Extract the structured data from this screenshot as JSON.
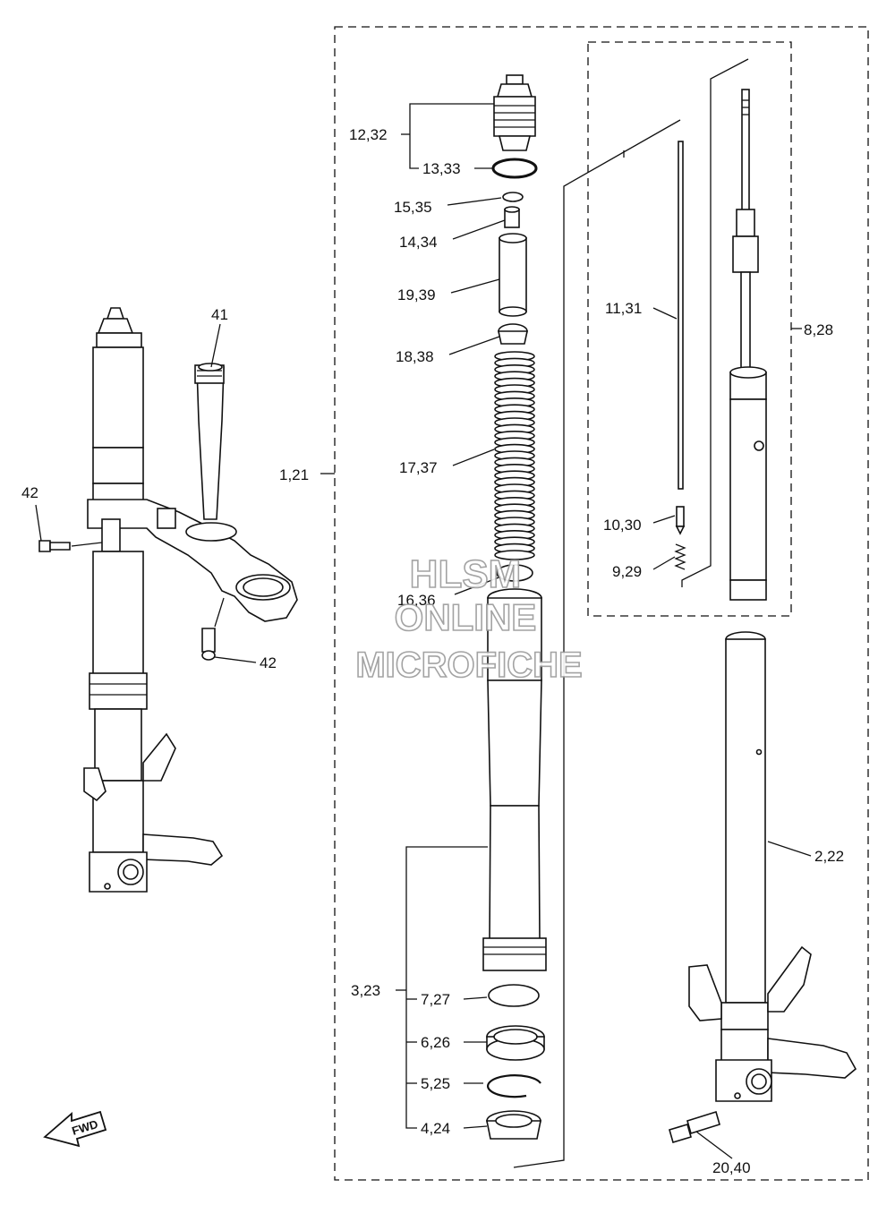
{
  "callouts": {
    "c1_21": "1,21",
    "c2_22": "2,22",
    "c3_23": "3,23",
    "c4_24": "4,24",
    "c5_25": "5,25",
    "c6_26": "6,26",
    "c7_27": "7,27",
    "c8_28": "8,28",
    "c9_29": "9,29",
    "c10_30": "10,30",
    "c11_31": "11,31",
    "c12_32": "12,32",
    "c13_33": "13,33",
    "c14_34": "14,34",
    "c15_35": "15,35",
    "c16_36": "16,36",
    "c17_37": "17,37",
    "c18_38": "18,38",
    "c19_39": "19,39",
    "c20_40": "20,40",
    "c41": "41",
    "c42_left": "42",
    "c42_bottom": "42"
  },
  "direction_badge": "FWD",
  "watermark": {
    "line1": "HLSM",
    "line2": "ONLINE",
    "line3": "MICROFICHE"
  }
}
